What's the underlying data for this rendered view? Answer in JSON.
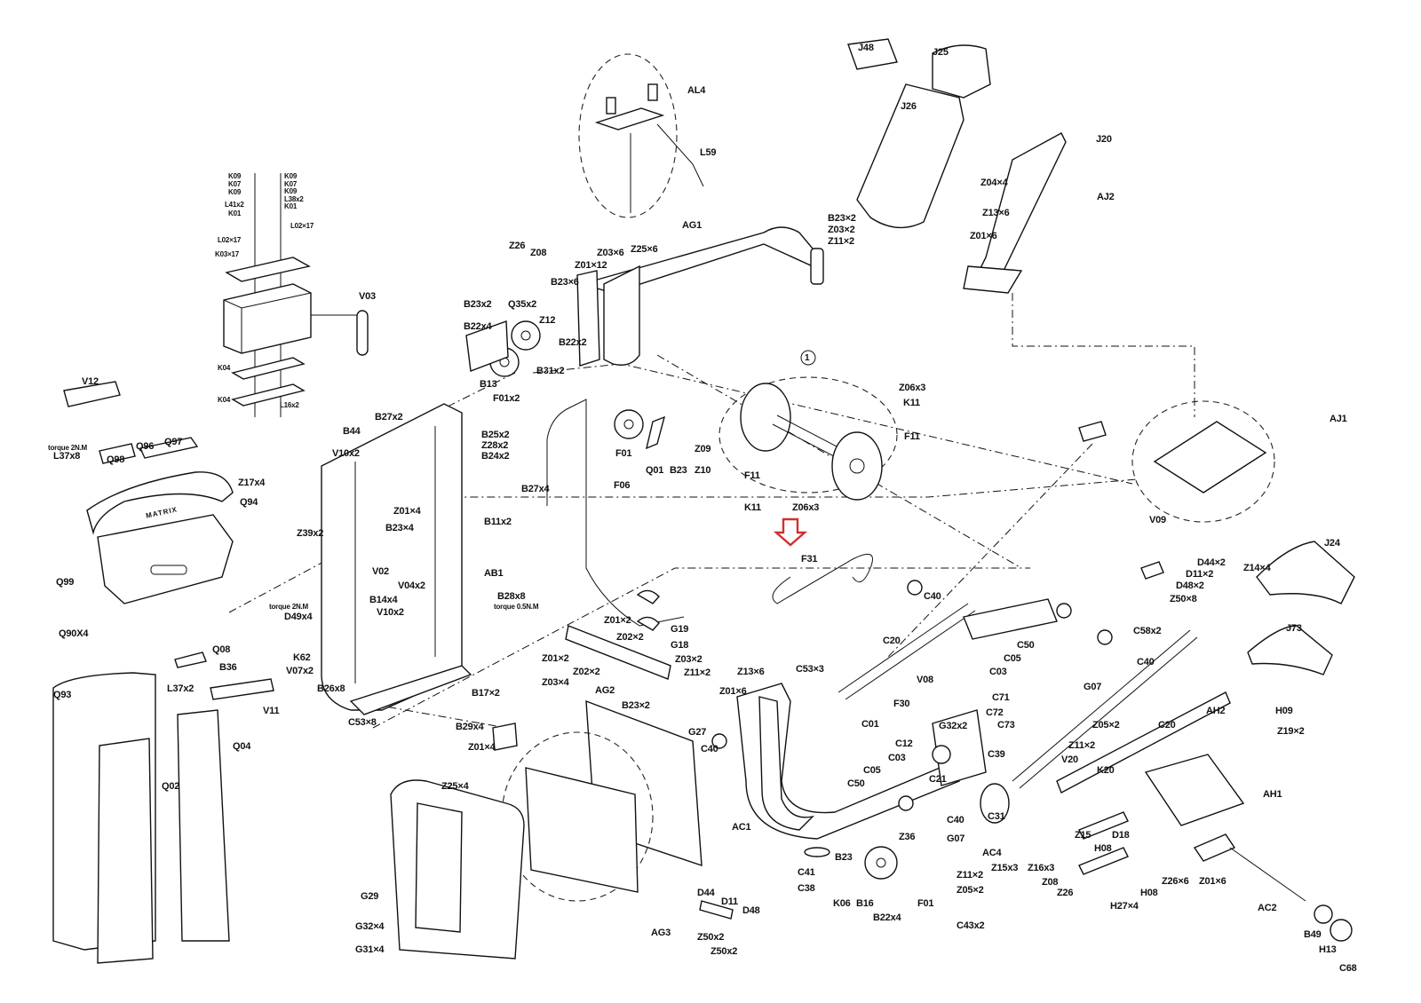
{
  "diagram": {
    "type": "exploded-parts-diagram",
    "highlight": {
      "part": "F31",
      "indicator": "down-arrow",
      "color": "#d32f2f"
    },
    "callout_circle": "1",
    "brand_text": "MATRIX",
    "labels": {
      "K09a": "K09",
      "K07a": "K07",
      "K09b": "K09",
      "L41": "L41x2",
      "K01a": "K01",
      "L02a": "L02×17",
      "K03": "K03×17",
      "K09c": "K09",
      "K07b": "K07",
      "K09d": "K09",
      "L38": "L38x2",
      "K01b": "K01",
      "L02b": "L02×17",
      "V03": "V03",
      "K04a": "K04",
      "K04b": "K04",
      "L16": "L16x2",
      "V12": "V12",
      "torque1": "torque 2N.M",
      "L37x8": "L37x8",
      "Q98": "Q98",
      "Q96": "Q96",
      "Q97": "Q97",
      "Z17": "Z17x4",
      "Q94": "Q94",
      "Q99": "Q99",
      "Q90": "Q90X4",
      "Q08": "Q08",
      "B36": "B36",
      "L37x2": "L37x2",
      "V11": "V11",
      "Q93": "Q93",
      "Q02": "Q02",
      "Q04": "Q04",
      "B27x2a": "B27x2",
      "B44": "B44",
      "V10a": "V10x2",
      "B25": "B25x2",
      "Z28": "Z28x2",
      "B24": "B24x2",
      "B27x4": "B27x4",
      "Z01x4a": "Z01×4",
      "B23x4": "B23×4",
      "B11": "B11x2",
      "Z39": "Z39x2",
      "V02": "V02",
      "V04": "V04x2",
      "AB1": "AB1",
      "B28": "B28x8",
      "torque2": "torque 0.5N.M",
      "B14": "B14x4",
      "V10b": "V10x2",
      "torque3": "torque 2N.M",
      "D49": "D49x4",
      "K62": "K62",
      "V07": "V07x2",
      "B26": "B26x8",
      "B17": "B17×2",
      "C53x8": "C53×8",
      "B29": "B29x4",
      "Z26a": "Z26",
      "Z08a": "Z08",
      "Z03x6": "Z03×6",
      "Z25x6": "Z25×6",
      "Z01x12": "Z01×12",
      "B23x6": "B23×6",
      "B23x2a": "B23x2",
      "Q35": "Q35x2",
      "B22x4a": "B22x4",
      "Z12": "Z12",
      "B22x2": "B22x2",
      "B31": "B31x2",
      "B13": "B13",
      "F01x2": "F01x2",
      "AG1": "AG1",
      "AL4": "AL4",
      "L59": "L59",
      "B23x2b": "B23×2",
      "Z03x2a": "Z03×2",
      "Z11x2a": "Z11×2",
      "J48": "J48",
      "J25": "J25",
      "J26": "J26",
      "J20": "J20",
      "Z04": "Z04×4",
      "AJ2": "AJ2",
      "Z13x6a": "Z13×6",
      "Z01x6a": "Z01×6",
      "F01a": "F01",
      "Q01": "Q01",
      "B23a": "B23",
      "Z10": "Z10",
      "Z09": "Z09",
      "F06": "F06",
      "c1": "1",
      "Z06a": "Z06x3",
      "K11a": "K11",
      "F11a": "F11",
      "F11b": "F11",
      "K11b": "K11",
      "Z06b": "Z06x3",
      "F31": "F31",
      "AJ1": "AJ1",
      "V09": "V09",
      "D44a": "D44×2",
      "D11a": "D11×2",
      "D48a": "D48×2",
      "Z50x8": "Z50×8",
      "Z14": "Z14×4",
      "J24": "J24",
      "J73": "J73",
      "Z01x2a": "Z01×2",
      "Z02x2a": "Z02×2",
      "G19": "G19",
      "G18": "G18",
      "Z01x2b": "Z01×2",
      "Z02x2b": "Z02×2",
      "Z03x4": "Z03×4",
      "Z03x2b": "Z03×2",
      "Z11x2b": "Z11×2",
      "AG2": "AG2",
      "B23x2c": "B23×2",
      "C40a": "C40",
      "C20a": "C20",
      "C53x3": "C53×3",
      "Z13x6b": "Z13×6",
      "Z01x6b": "Z01×6",
      "C01": "C01",
      "V08": "V08",
      "F30": "F30",
      "C50a": "C50",
      "C05a": "C05",
      "C03a": "C03",
      "C58": "C58x2",
      "C40b": "C40",
      "G07a": "G07",
      "C71": "C71",
      "C72": "C72",
      "C73": "C73",
      "G32x2": "G32x2",
      "C39": "C39",
      "Z05a": "Z05×2",
      "Z11x2c": "Z11×2",
      "C12": "C12",
      "C03b": "C03",
      "C05b": "C05",
      "C50b": "C50",
      "C21": "C21",
      "V20": "V20",
      "C20b": "C20",
      "G27": "G27",
      "C40c": "C40",
      "Z01x4b": "Z01×4",
      "Z25x4": "Z25×4",
      "G29": "G29",
      "G32x4": "G32×4",
      "G31": "G31×4",
      "AG3": "AG3",
      "D44b": "D44",
      "D11b": "D11",
      "D48b": "D48",
      "Z50a": "Z50x2",
      "Z50b": "Z50x2",
      "AC1": "AC1",
      "C40d": "C40",
      "Z36": "Z36",
      "G07b": "G07",
      "C31": "C31",
      "AC4": "AC4",
      "B23b": "B23",
      "C41": "C41",
      "C38": "C38",
      "K06": "K06",
      "B16": "B16",
      "F01b": "F01",
      "Z11x2d": "Z11×2",
      "Z05b": "Z05×2",
      "B22x4b": "B22x4",
      "C43": "C43x2",
      "Z15x3": "Z15x3",
      "Z16": "Z16x3",
      "Z08b": "Z08",
      "Z26b": "Z26",
      "AH2": "AH2",
      "H09": "H09",
      "Z19": "Z19×2",
      "K20": "K20",
      "AH1": "AH1",
      "Z15": "Z15",
      "D18": "D18",
      "H08a": "H08",
      "H08b": "H08",
      "H27": "H27×4",
      "Z26x6": "Z26×6",
      "Z01x6c": "Z01×6",
      "AC2": "AC2",
      "B49": "B49",
      "H13": "H13",
      "C68": "C68"
    }
  }
}
